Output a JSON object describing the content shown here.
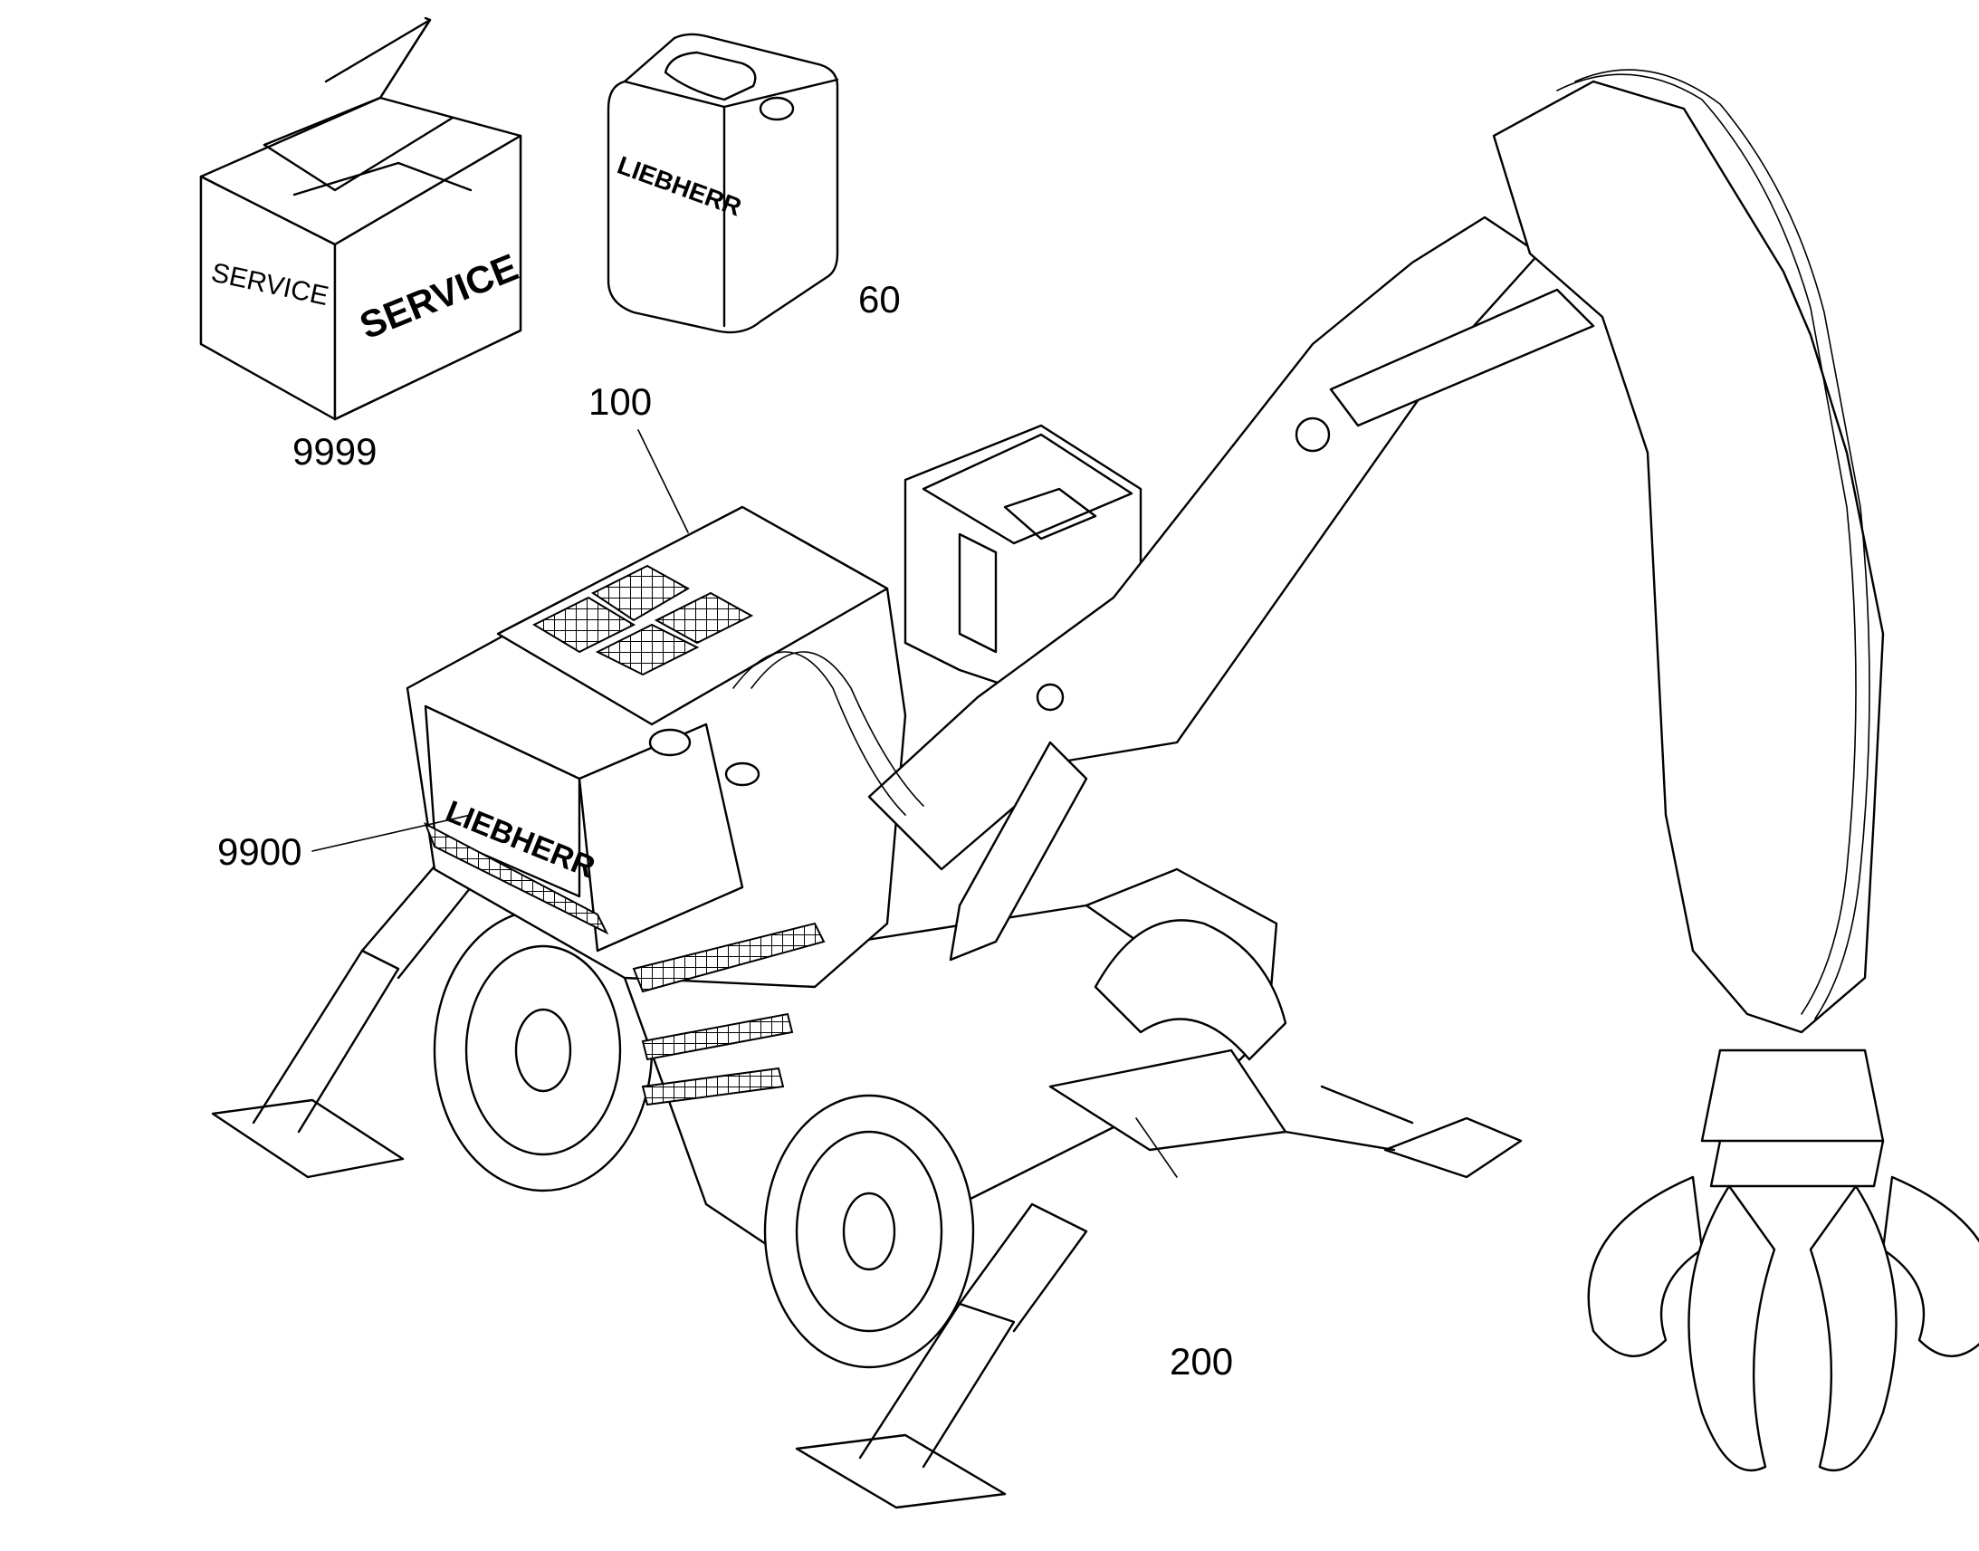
{
  "callouts": [
    {
      "id": "9999",
      "text": "9999"
    },
    {
      "id": "60",
      "text": "60"
    },
    {
      "id": "100",
      "text": "100"
    },
    {
      "id": "9900",
      "text": "9900"
    },
    {
      "id": "200",
      "text": "200"
    }
  ],
  "service_box": {
    "front_text": "SERVICE",
    "side_text": "SERVICE"
  },
  "canister": {
    "brand": "LIEBHERR"
  },
  "machine_brand": "LIEBHERR"
}
